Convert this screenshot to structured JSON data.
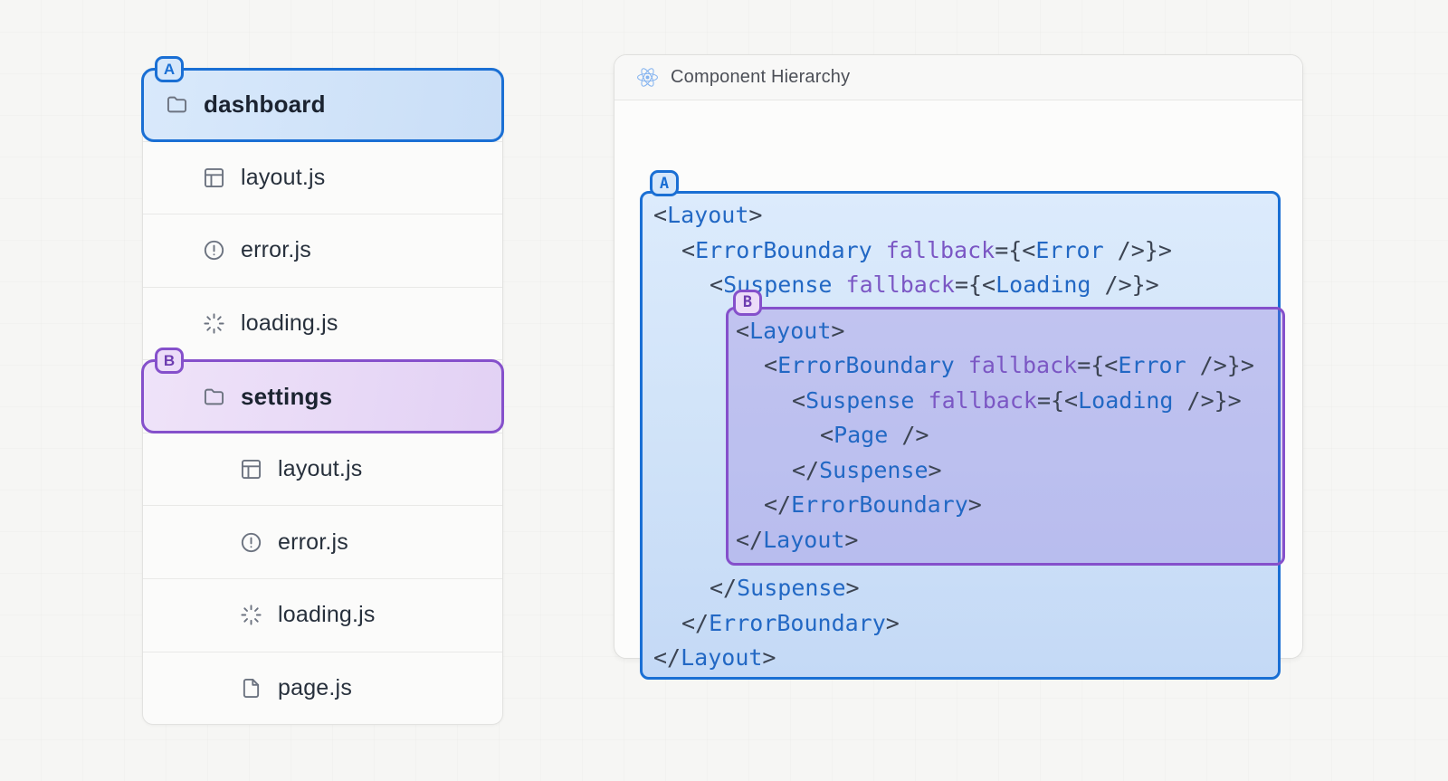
{
  "file_tree": {
    "items": [
      {
        "label": "dashboard",
        "icon": "folder",
        "level": 0,
        "folder": true,
        "highlight": "A"
      },
      {
        "label": "layout.js",
        "icon": "layout",
        "level": 1,
        "folder": false,
        "highlight": null
      },
      {
        "label": "error.js",
        "icon": "error",
        "level": 1,
        "folder": false,
        "highlight": null
      },
      {
        "label": "loading.js",
        "icon": "loading",
        "level": 1,
        "folder": false,
        "highlight": null
      },
      {
        "label": "settings",
        "icon": "folder",
        "level": 1,
        "folder": true,
        "highlight": "B"
      },
      {
        "label": "layout.js",
        "icon": "layout",
        "level": 2,
        "folder": false,
        "highlight": null
      },
      {
        "label": "error.js",
        "icon": "error",
        "level": 2,
        "folder": false,
        "highlight": null
      },
      {
        "label": "loading.js",
        "icon": "loading",
        "level": 2,
        "folder": false,
        "highlight": null
      },
      {
        "label": "page.js",
        "icon": "page",
        "level": 2,
        "folder": false,
        "highlight": null
      }
    ]
  },
  "labels": {
    "badge_a": "A",
    "badge_b": "B"
  },
  "panel": {
    "title": "Component Hierarchy",
    "icon": "react-logo"
  },
  "code": {
    "outer_open": [
      {
        "indent": 0,
        "tokens": [
          [
            "p",
            "<"
          ],
          [
            "t",
            "Layout"
          ],
          [
            "p",
            ">"
          ]
        ]
      },
      {
        "indent": 1,
        "tokens": [
          [
            "p",
            "<"
          ],
          [
            "t",
            "ErrorBoundary "
          ],
          [
            "a",
            "fallback"
          ],
          [
            "p",
            "={<"
          ],
          [
            "t",
            "Error"
          ],
          [
            "p",
            " />}>"
          ]
        ]
      },
      {
        "indent": 2,
        "tokens": [
          [
            "p",
            "<"
          ],
          [
            "t",
            "Suspense "
          ],
          [
            "a",
            "fallback"
          ],
          [
            "p",
            "={<"
          ],
          [
            "t",
            "Loading"
          ],
          [
            "p",
            " />}>"
          ]
        ]
      }
    ],
    "inner": [
      {
        "indent": 0,
        "tokens": [
          [
            "p",
            "<"
          ],
          [
            "t",
            "Layout"
          ],
          [
            "p",
            ">"
          ]
        ]
      },
      {
        "indent": 1,
        "tokens": [
          [
            "p",
            "<"
          ],
          [
            "t",
            "ErrorBoundary "
          ],
          [
            "a",
            "fallback"
          ],
          [
            "p",
            "={<"
          ],
          [
            "t",
            "Error"
          ],
          [
            "p",
            " />}>"
          ]
        ]
      },
      {
        "indent": 2,
        "tokens": [
          [
            "p",
            "<"
          ],
          [
            "t",
            "Suspense "
          ],
          [
            "a",
            "fallback"
          ],
          [
            "p",
            "={<"
          ],
          [
            "t",
            "Loading"
          ],
          [
            "p",
            " />}>"
          ]
        ]
      },
      {
        "indent": 3,
        "tokens": [
          [
            "p",
            "<"
          ],
          [
            "t",
            "Page"
          ],
          [
            "p",
            " />"
          ]
        ]
      },
      {
        "indent": 2,
        "tokens": [
          [
            "p",
            "</"
          ],
          [
            "t",
            "Suspense"
          ],
          [
            "p",
            ">"
          ]
        ]
      },
      {
        "indent": 1,
        "tokens": [
          [
            "p",
            "</"
          ],
          [
            "t",
            "ErrorBoundary"
          ],
          [
            "p",
            ">"
          ]
        ]
      },
      {
        "indent": 0,
        "tokens": [
          [
            "p",
            "</"
          ],
          [
            "t",
            "Layout"
          ],
          [
            "p",
            ">"
          ]
        ]
      }
    ],
    "outer_close": [
      {
        "indent": 2,
        "tokens": [
          [
            "p",
            "</"
          ],
          [
            "t",
            "Suspense"
          ],
          [
            "p",
            ">"
          ]
        ]
      },
      {
        "indent": 1,
        "tokens": [
          [
            "p",
            "</"
          ],
          [
            "t",
            "ErrorBoundary"
          ],
          [
            "p",
            ">"
          ]
        ]
      },
      {
        "indent": 0,
        "tokens": [
          [
            "p",
            "</"
          ],
          [
            "t",
            "Layout"
          ],
          [
            "p",
            ">"
          ]
        ]
      }
    ]
  },
  "colors": {
    "accent_blue": "#1a6fd4",
    "accent_purple": "#8550cb",
    "code_tag": "#2268c4",
    "code_attr": "#7b57c4",
    "code_punct": "#3c4452",
    "icon_gray": "#6c7380",
    "react_blue": "#85b4f0"
  }
}
